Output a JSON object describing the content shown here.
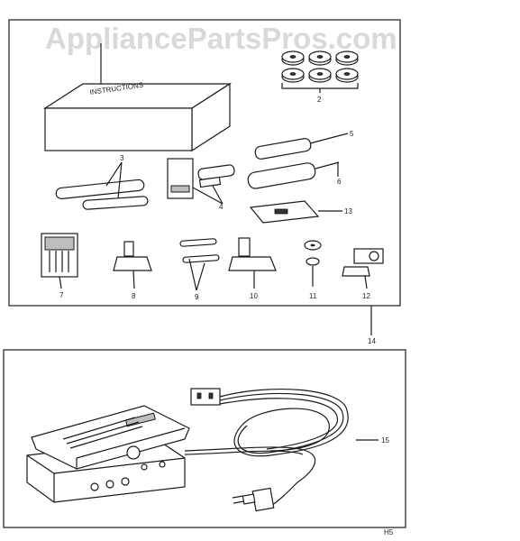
{
  "watermark": "AppliancePartsPros.com",
  "labels": {
    "l2": "2",
    "l3": "3",
    "l4": "4",
    "l5": "5",
    "l6": "6",
    "l7": "7",
    "l8": "8",
    "l9": "9",
    "l10": "10",
    "l11": "11",
    "l12": "12",
    "l13": "13",
    "l14": "14",
    "l15": "15"
  },
  "page_code": "H5"
}
